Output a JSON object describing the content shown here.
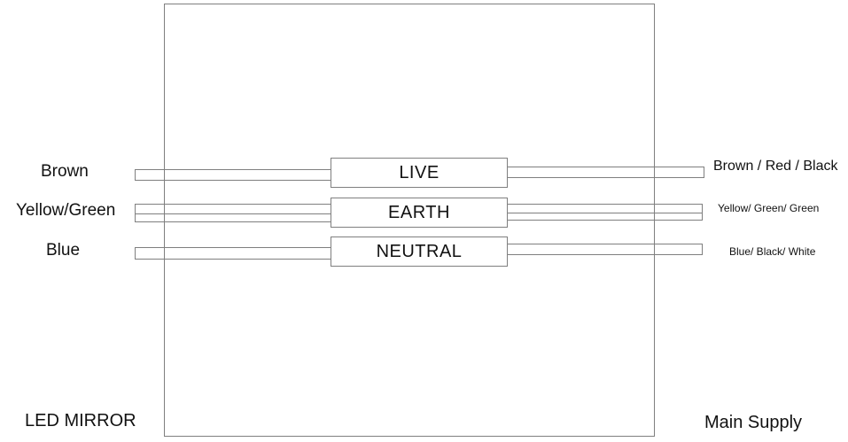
{
  "diagram": {
    "device_label": "LED MIRROR",
    "supply_label": "Main Supply",
    "terminals": [
      {
        "name": "LIVE",
        "device_wire_label": "Brown",
        "supply_wire_label": "Brown / Red / Black"
      },
      {
        "name": "EARTH",
        "device_wire_label": "Yellow/Green",
        "supply_wire_label": "Yellow/ Green/ Green"
      },
      {
        "name": "NEUTRAL",
        "device_wire_label": "Blue",
        "supply_wire_label": "Blue/ Black/ White"
      }
    ],
    "colors": {
      "line": "#7f7f7f",
      "text": "#111111",
      "background": "#ffffff"
    }
  }
}
